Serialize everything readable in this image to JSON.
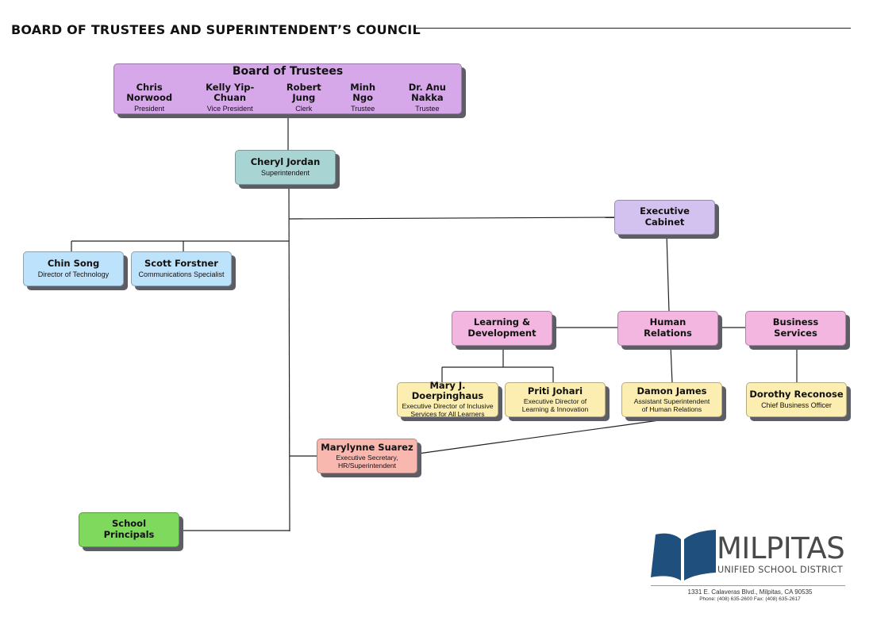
{
  "header": {
    "title": "BOARD OF TRUSTEES AND SUPERINTENDENT’S COUNCIL"
  },
  "board": {
    "title": "Board of Trustees",
    "members": [
      {
        "name": "Chris Norwood",
        "role": "President"
      },
      {
        "name": "Kelly Yip-Chuan",
        "role": "Vice President"
      },
      {
        "name": "Robert Jung",
        "role": "Clerk"
      },
      {
        "name": "Minh Ngo",
        "role": "Trustee"
      },
      {
        "name": "Dr. Anu Nakka",
        "role": "Trustee"
      }
    ]
  },
  "superintendent": {
    "name": "Cheryl Jordan",
    "role": "Superintendent"
  },
  "exec_cabinet": {
    "line1": "Executive",
    "line2": "Cabinet"
  },
  "chin": {
    "name": "Chin Song",
    "role": "Director of Technology"
  },
  "scott": {
    "name": "Scott Forstner",
    "role": "Communications Specialist"
  },
  "learning": {
    "line1": "Learning &",
    "line2": "Development"
  },
  "hr": {
    "line1": "Human",
    "line2": "Relations"
  },
  "business": {
    "line1": "Business",
    "line2": "Services"
  },
  "mary": {
    "name": "Mary J. Doerpinghaus",
    "role1": "Executive Director of Inclusive",
    "role2": "Services for All Learners"
  },
  "priti": {
    "name": "Priti Johari",
    "role1": "Executive Director of",
    "role2": "Learning & Innovation"
  },
  "damon": {
    "name": "Damon James",
    "role1": "Assistant Superintendent",
    "role2": "of Human Relations"
  },
  "dorothy": {
    "name": "Dorothy Reconose",
    "role": "Chief Business Officer"
  },
  "marylynne": {
    "name": "Marylynne Suarez",
    "role1": "Executive Secretary,",
    "role2": "HR/Superintendent"
  },
  "principals": {
    "line1": "School",
    "line2": "Principals"
  },
  "logo": {
    "name": "MILPITAS",
    "subtitle": "UNIFIED SCHOOL DISTRICT",
    "address": "1331 E. Calaveras Blvd., Milpitas, CA 90535",
    "phone": "Phone: (408) 635-2600  Fax: (408) 635-2617"
  },
  "colors": {
    "board": "#d6a8ea",
    "superintendent": "#a8d5d3",
    "cabinet": "#d3c2f0",
    "staff_blue": "#bde2fb",
    "department": "#f2b6e0",
    "director": "#fbeeb0",
    "secretary": "#f8b8b0",
    "principals": "#7ed95c",
    "logo_blue": "#1e4f7d"
  }
}
